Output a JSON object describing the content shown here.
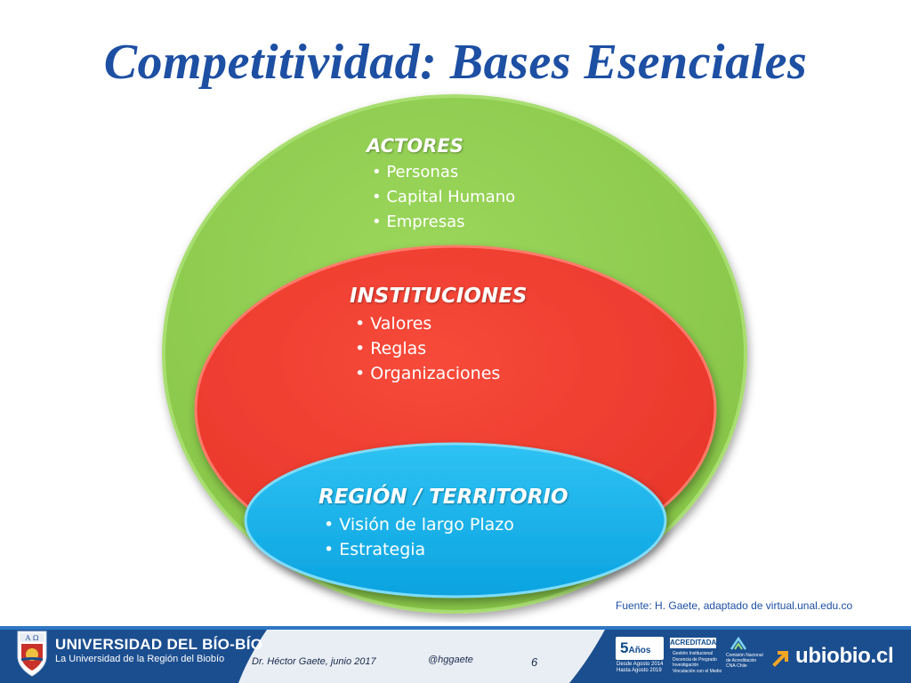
{
  "title": "Competitividad: Bases Esenciales",
  "colors": {
    "title": "#1d4fa3",
    "outer_ellipse": "#92cf52",
    "middle_ellipse": "#f23d2e",
    "inner_ellipse": "#10b2ea",
    "footer": "#1b4e8f"
  },
  "layers": {
    "actores": {
      "heading": "ACTORES",
      "items": [
        "Personas",
        "Capital Humano",
        "Empresas"
      ]
    },
    "instituciones": {
      "heading": "INSTITUCIONES",
      "items": [
        "Valores",
        "Reglas",
        "Organizaciones"
      ]
    },
    "region": {
      "heading": "REGIÓN / TERRITORIO",
      "items": [
        "Visión de largo Plazo",
        "Estrategia"
      ]
    }
  },
  "source": "Fuente: H. Gaete, adaptado de virtual.unal.edu.co",
  "footer": {
    "university_name": "UNIVERSIDAD DEL BÍO-BÍO",
    "university_tagline": "La Universidad de la Región del Biobío",
    "author": "Dr. Héctor Gaete,  junio 2017",
    "handle": "@hggaete",
    "page_number": "6",
    "accreditation_years": "5",
    "accreditation_years_unit": "Años",
    "accreditation_dates": [
      "Desde Agosto 2014",
      "Hasta Agosto 2019"
    ],
    "accreditation_label": "ACREDITADA",
    "accreditation_areas": [
      "Gestión Institucional",
      "Docencia de Pregrado",
      "Investigación",
      "Vinculación con el Medio"
    ],
    "cna_text": [
      "Comisión Nacional",
      "de Acreditación",
      "CNA-Chile"
    ],
    "brand": "ubiobio.cl"
  }
}
